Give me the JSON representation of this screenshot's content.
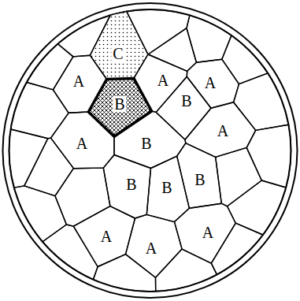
{
  "diagram": {
    "labels": [
      "C",
      "A",
      "A",
      "A",
      "B",
      "B",
      "A",
      "A",
      "B",
      "B",
      "B",
      "B",
      "A",
      "A",
      "A"
    ]
  }
}
